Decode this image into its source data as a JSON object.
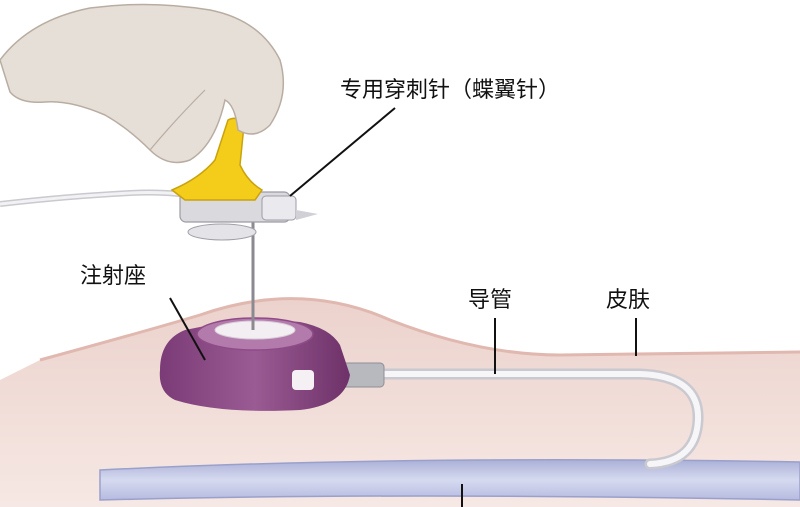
{
  "labels": {
    "needle": "专用穿刺针（蝶翼针）",
    "port": "注射座",
    "catheter": "导管",
    "skin": "皮肤"
  },
  "colors": {
    "skin_light": "#f1dcd7",
    "skin_mid": "#e8c9c3",
    "subcutaneous": "#f5e6e2",
    "vessel": "#c8cde6",
    "port_body": "#8f4b88",
    "port_top": "#b27bab",
    "needle_wing": "#f3cd1a",
    "catheter": "#e9e9ec",
    "hand": "#e6dfd7",
    "leader": "#111111"
  }
}
